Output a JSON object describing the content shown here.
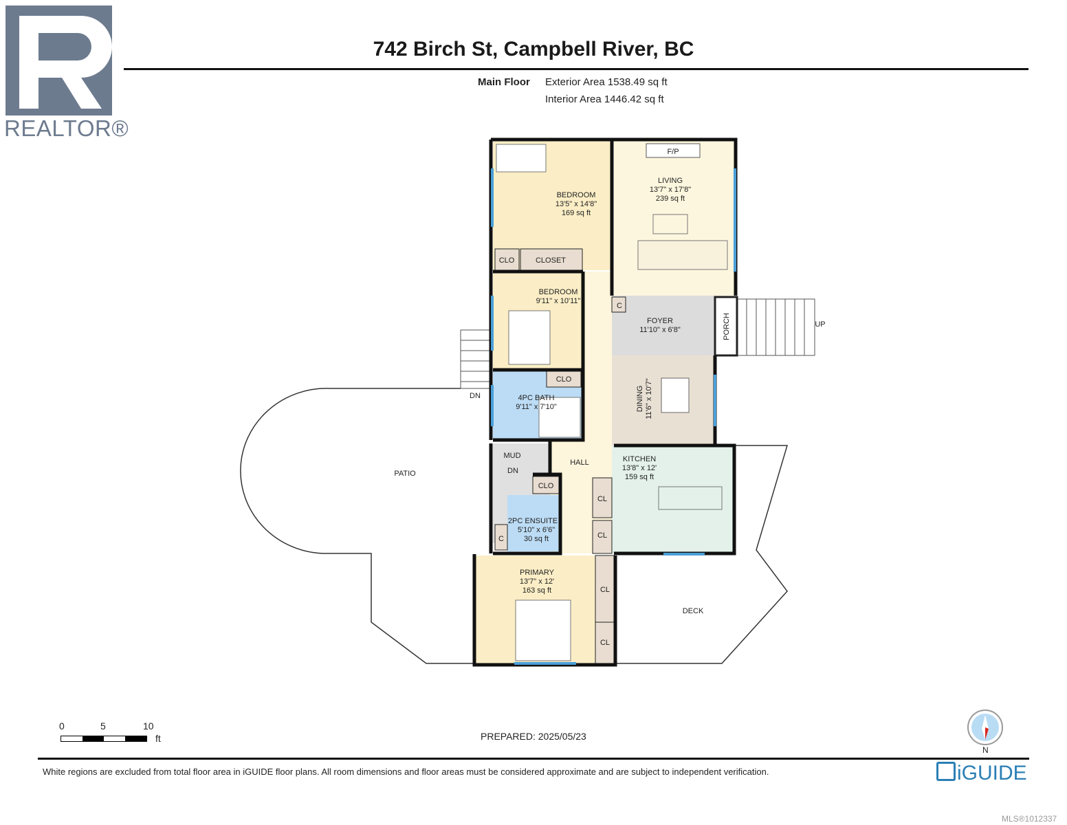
{
  "header": {
    "title": "742 Birch St, Campbell River, BC",
    "floor_label": "Main Floor",
    "exterior_area": "Exterior Area 1538.49 sq ft",
    "interior_area": "Interior Area 1446.42 sq ft"
  },
  "logo": {
    "realtor": "REALTOR®",
    "iguide": "iGUIDE"
  },
  "rooms": {
    "bedroom1": {
      "name": "BEDROOM",
      "dims": "13'5\" x 14'8\"",
      "area": "169 sq ft"
    },
    "living": {
      "name": "LIVING",
      "dims": "13'7\" x 17'8\"",
      "area": "239 sq ft",
      "fp": "F/P"
    },
    "clo1": "CLO",
    "closet": "CLOSET",
    "bedroom2": {
      "name": "BEDROOM",
      "dims": "9'11\" x 10'11\""
    },
    "foyer": {
      "name": "FOYER",
      "dims": "11'10\" x 6'8\""
    },
    "porch": "PORCH",
    "c1": "C",
    "clo2": "CLO",
    "bath": {
      "name": "4PC BATH",
      "dims": "9'11\" x 7'10\""
    },
    "dining": {
      "name": "DINING",
      "dims": "11'6\" x 10'7\""
    },
    "mud": "MUD",
    "dn1": "DN",
    "dn2": "DN",
    "up": "UP",
    "hall": "HALL",
    "kitchen": {
      "name": "KITCHEN",
      "dims": "13'8\" x 12'",
      "area": "159 sq ft"
    },
    "clo3": "CLO",
    "ensuite": {
      "name": "2PC ENSUITE",
      "dims": "5'10\" x 6'6\"",
      "area": "30 sq ft"
    },
    "c2": "C",
    "cl1": "CL",
    "cl2": "CL",
    "primary": {
      "name": "PRIMARY",
      "dims": "13'7\" x 12'",
      "area": "163 sq ft"
    },
    "cl3": "CL",
    "cl4": "CL",
    "patio": "PATIO",
    "deck": "DECK"
  },
  "scale": {
    "ticks": [
      "0",
      "5",
      "10"
    ],
    "unit": "ft"
  },
  "compass": {
    "label": "N"
  },
  "footer": {
    "prepared": "PREPARED: 2025/05/23",
    "disclaimer": "White regions are excluded from total floor area in iGUIDE floor plans. All room dimensions and floor areas must be considered approximate and are subject to independent verification.",
    "mls": "MLS®1012337"
  },
  "colors": {
    "bedroom": "#fbeec6",
    "living": "#fdf6de",
    "hall": "#fdf5dc",
    "foyer": "#dcdcdc",
    "dining": "#e9e0d4",
    "kitchen": "#e3f1ea",
    "bath": "#bcdcf5",
    "closet": "#e8ddd0",
    "window": "#4a9fd8",
    "iguide": "#2a7fb5"
  }
}
